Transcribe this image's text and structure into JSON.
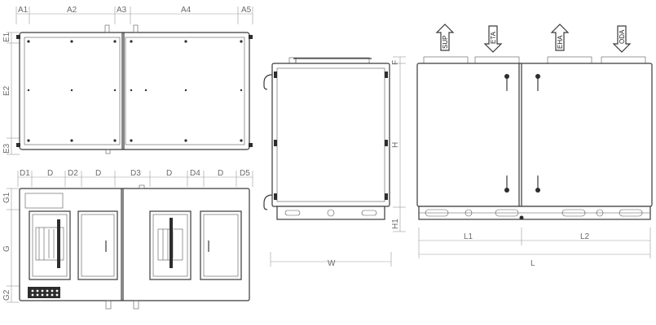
{
  "top_view": {
    "width_labels": [
      "A1",
      "A2",
      "A3",
      "A4",
      "A5"
    ],
    "height_labels": [
      "E1",
      "E2",
      "E3"
    ]
  },
  "front_view": {
    "width_labels": [
      "D1",
      "D",
      "D2",
      "D",
      "D3",
      "D",
      "D4",
      "D",
      "D5"
    ],
    "height_labels": [
      "G1",
      "G",
      "G2"
    ]
  },
  "end_view": {
    "width_label": "W",
    "height_labels": [
      "F",
      "H",
      "H1"
    ]
  },
  "side_view": {
    "ports": [
      "SUP",
      "ETA",
      "EHA",
      "ODA"
    ],
    "length_labels": [
      "L1",
      "L2",
      "L"
    ]
  },
  "colors": {
    "line": "#3a3a3a",
    "dimension": "#9a9a9a",
    "label": "#6a6a6a"
  }
}
